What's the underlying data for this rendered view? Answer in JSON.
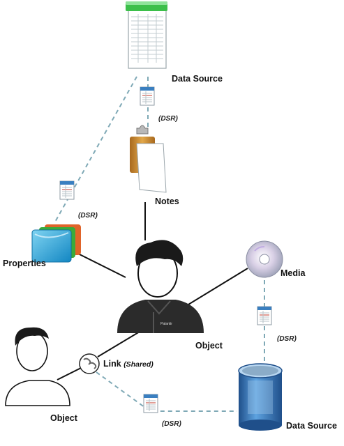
{
  "labels": {
    "data_source_top": "Data Source",
    "notes": "Notes",
    "properties": "Properties",
    "media": "Media",
    "object_main": "Object",
    "object_secondary": "Object",
    "link": "Link",
    "link_shared": "(Shared)",
    "data_source_bottom": "Data Source",
    "logo_text": "Palantir"
  },
  "dsr_tags": {
    "top": "(DSR)",
    "properties": "(DSR)",
    "media": "(DSR)",
    "bottom": "(DSR)"
  },
  "colors": {
    "solid_line": "#111111",
    "dashed_line": "#7fa9b6",
    "spreadsheet_header": "#3cbf4a",
    "dsr_header": "#3a7fc0",
    "clipboard": "#c88a2c",
    "properties_blue": "#2aa7d9",
    "properties_green": "#3aaa3a",
    "properties_orange": "#e0642a",
    "jacket": "#2b2b2b",
    "hair": "#1a1a1a",
    "database": "#2d6fb5"
  },
  "icons": {
    "data_source_top": "spreadsheet-icon",
    "notes": "clipboard-notes-icon",
    "properties": "stacked-cards-icon",
    "media": "disc-icon",
    "object_main": "person-jacket-icon",
    "object_secondary": "person-outline-icon",
    "link": "link-chain-icon",
    "data_source_bottom": "database-cylinder-icon",
    "dsr": "dsr-document-icon"
  }
}
